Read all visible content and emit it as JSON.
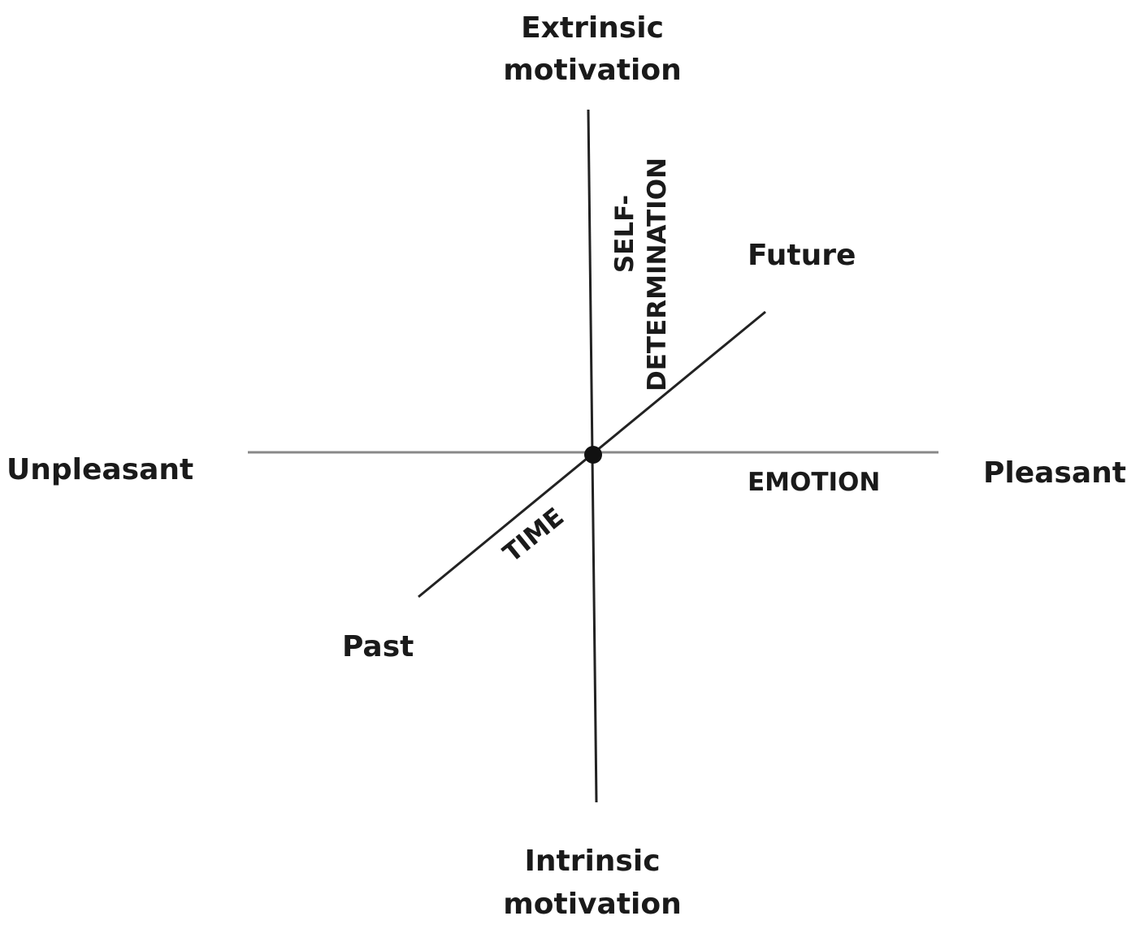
{
  "vertical_axis": {
    "name_line1": "SELF-",
    "name_line2": "DETERMINATION",
    "top_line1": "Extrinsic",
    "top_line2": "motivation",
    "bottom_line1": "Intrinsic",
    "bottom_line2": "motivation"
  },
  "horizontal_axis": {
    "name": "EMOTION",
    "left": "Unpleasant",
    "right": "Pleasant"
  },
  "diagonal_axis": {
    "name": "TIME",
    "start": "Past",
    "end": "Future"
  }
}
